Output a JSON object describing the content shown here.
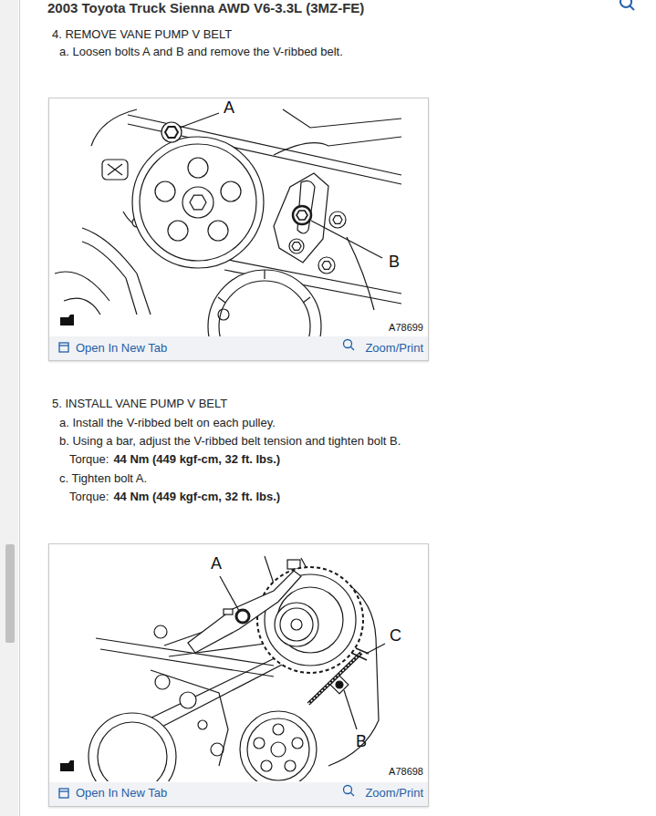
{
  "diagram": {
    "title": "2003 Toyota Truck Sienna AWD V6-3.3L (3MZ-FE)",
    "nodes": [
      {
        "text": [
          "A",
          "B",
          "A78699",
          "Open In New Tab",
          "Zoom/Print"
        ]
      },
      {
        "text": [
          "A",
          "C",
          "B",
          "A78698",
          "Open In New Tab",
          "Zoom/Print"
        ]
      }
    ],
    "labels": [
      "4. REMOVE VANE PUMP V BELT",
      "a. Loosen bolts A and B and remove the V-ribbed belt.",
      "5. INSTALL VANE PUMP V BELT",
      "a. Install the V-ribbed belt on each pulley.",
      "b. Using a bar, adjust the V-ribbed belt tension and tighten bolt B.",
      "Torque:",
      "44 Nm (449 kgf-cm, 32 ft. lbs.)",
      "c. Tighten bolt A.",
      "Torque:",
      "44 Nm (449 kgf-cm, 32 ft. lbs.)"
    ]
  }
}
